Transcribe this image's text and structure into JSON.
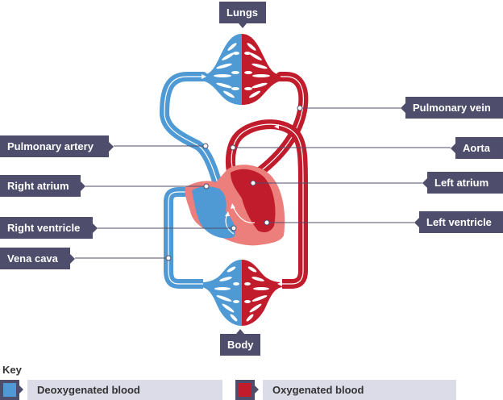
{
  "title": "Double circulatory system",
  "labels": {
    "lungs": "Lungs",
    "body": "Body",
    "pulmonary_artery": "Pulmonary artery",
    "right_atrium": "Right atrium",
    "right_ventricle": "Right ventricle",
    "vena_cava": "Vena cava",
    "pulmonary_vein": "Pulmonary vein",
    "aorta": "Aorta",
    "left_atrium": "Left atrium",
    "left_ventricle": "Left ventricle"
  },
  "key": {
    "title": "Key",
    "items": [
      {
        "label": "Deoxygenated blood",
        "color": "#4f9ad4"
      },
      {
        "label": "Oxygenated blood",
        "color": "#c01c2c"
      }
    ]
  },
  "colors": {
    "deoxygenated": "#4f9ad4",
    "oxygenated": "#c01c2c",
    "heart_tissue": "#ec7f7c",
    "label_bg": "#4e4d6b",
    "leader_line": "#4e4d6b"
  }
}
